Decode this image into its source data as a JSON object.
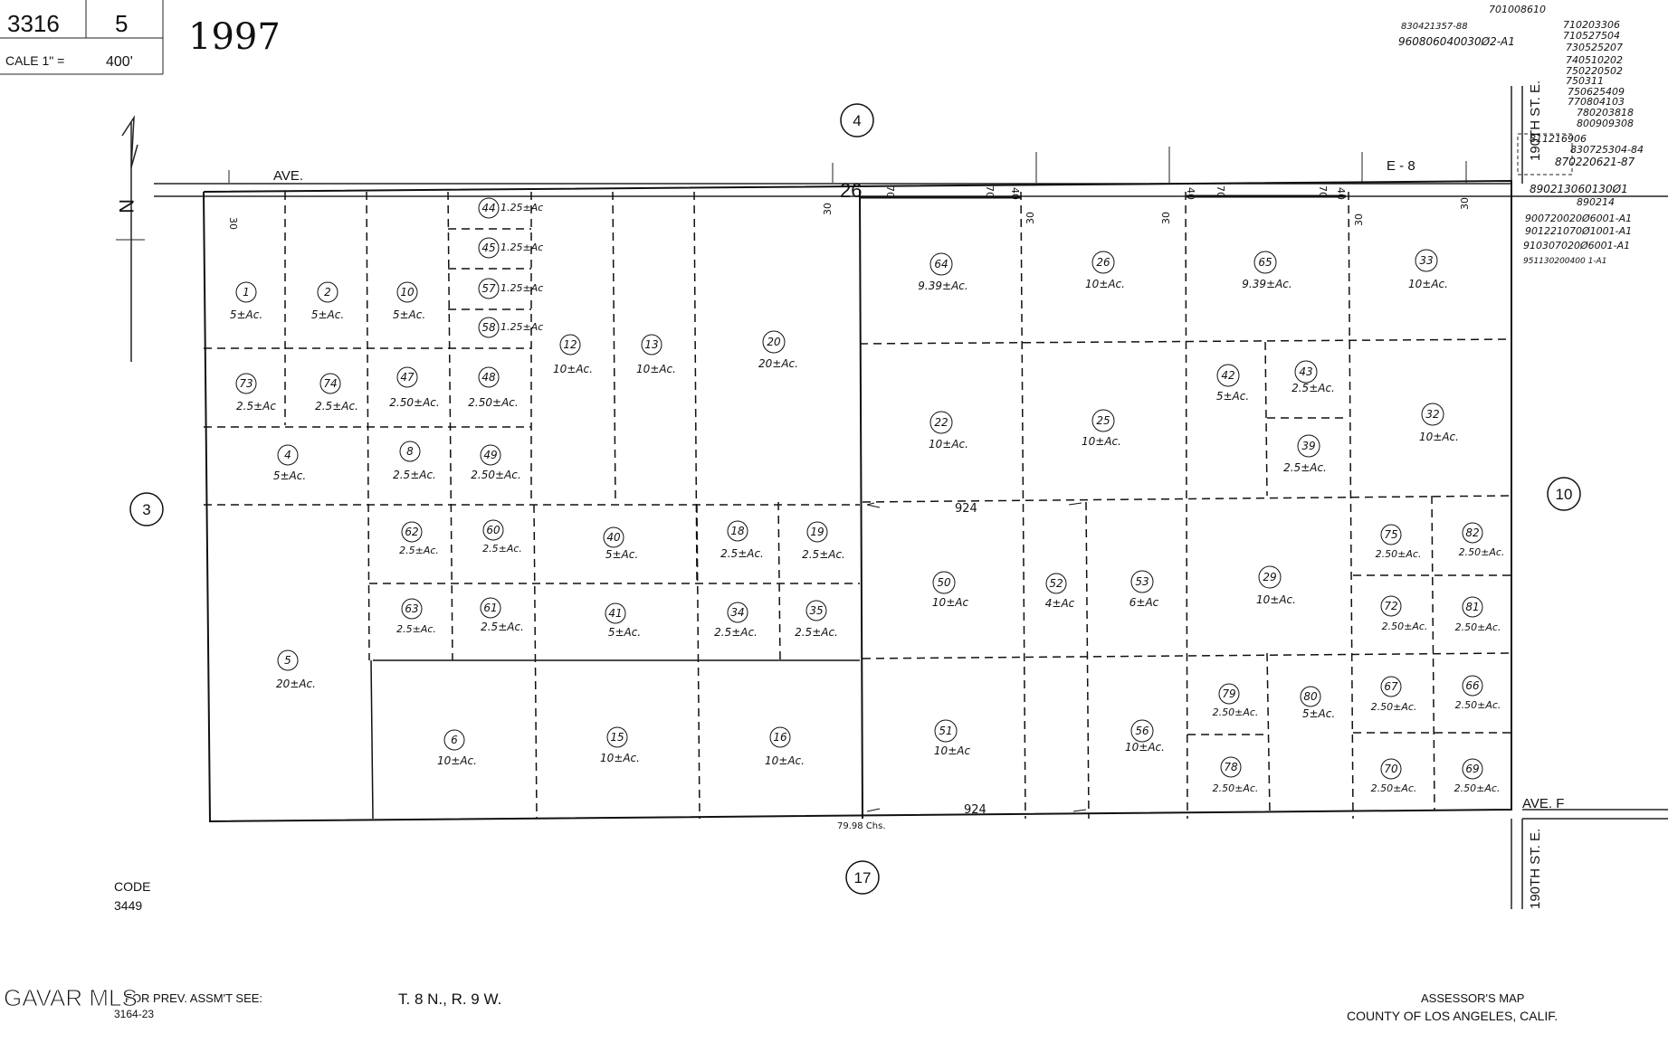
{
  "header": {
    "book": "3316",
    "page": "5",
    "scale_label": "CALE 1\" =",
    "scale_value": "400'",
    "year": "1997"
  },
  "streets": {
    "north_ave": "AVE.",
    "north_ave_code": "E - 8",
    "south_ave": "AVE. F",
    "east_st_top": "190TH ST. E.",
    "east_st_bottom": "190TH ST. E."
  },
  "map_numbers": {
    "top": "4",
    "left": "3",
    "right": "10",
    "bottom": "17"
  },
  "section_number": "26",
  "dimensions": {
    "d30": "30",
    "d70": "70",
    "d40": "40",
    "d924": "924",
    "chains": "79.98 Chs."
  },
  "north_arrow": "N",
  "doc_numbers": {
    "top": [
      "701008610",
      "830421357-88",
      "960806040030Ø2-A1"
    ],
    "right_col": [
      "710203306",
      "710527504",
      "730525207",
      "740510202",
      "750220502",
      "750311",
      "750625409",
      "770804103",
      "780203818",
      "800909308",
      "811216906",
      "830725304-84",
      "870220621-87"
    ],
    "below": [
      "890213060130Ø1",
      "890214",
      "900720020Ø6001-A1",
      "901221070Ø1001-A1",
      "910307020Ø6001-A1",
      "951130200400 1-A1"
    ]
  },
  "parcels": [
    {
      "n": "1",
      "a": "5±Ac."
    },
    {
      "n": "2",
      "a": "5±Ac."
    },
    {
      "n": "10",
      "a": "5±Ac."
    },
    {
      "n": "44",
      "a": "1.25±Ac"
    },
    {
      "n": "45",
      "a": "1.25±Ac"
    },
    {
      "n": "57",
      "a": "1.25±Ac"
    },
    {
      "n": "58",
      "a": "1.25±Ac"
    },
    {
      "n": "12",
      "a": "10±Ac."
    },
    {
      "n": "13",
      "a": "10±Ac."
    },
    {
      "n": "20",
      "a": "20±Ac."
    },
    {
      "n": "64",
      "a": "9.39±Ac."
    },
    {
      "n": "26",
      "a": "10±Ac."
    },
    {
      "n": "65",
      "a": "9.39±Ac."
    },
    {
      "n": "33",
      "a": "10±Ac."
    },
    {
      "n": "73",
      "a": "2.5±Ac"
    },
    {
      "n": "74",
      "a": "2.5±Ac."
    },
    {
      "n": "47",
      "a": "2.50±Ac."
    },
    {
      "n": "48",
      "a": "2.50±Ac."
    },
    {
      "n": "22",
      "a": "10±Ac."
    },
    {
      "n": "25",
      "a": "10±Ac."
    },
    {
      "n": "42",
      "a": "5±Ac."
    },
    {
      "n": "43",
      "a": "2.5±Ac."
    },
    {
      "n": "39",
      "a": "2.5±Ac."
    },
    {
      "n": "32",
      "a": "10±Ac."
    },
    {
      "n": "4",
      "a": "5±Ac."
    },
    {
      "n": "8",
      "a": "2.5±Ac."
    },
    {
      "n": "49",
      "a": "2.50±Ac."
    },
    {
      "n": "62",
      "a": "2.5±Ac."
    },
    {
      "n": "60",
      "a": "2.5±Ac."
    },
    {
      "n": "40",
      "a": "5±Ac."
    },
    {
      "n": "18",
      "a": "2.5±Ac."
    },
    {
      "n": "19",
      "a": "2.5±Ac."
    },
    {
      "n": "50",
      "a": "10±Ac"
    },
    {
      "n": "52",
      "a": "4±Ac"
    },
    {
      "n": "53",
      "a": "6±Ac"
    },
    {
      "n": "29",
      "a": "10±Ac."
    },
    {
      "n": "75",
      "a": "2.50±Ac."
    },
    {
      "n": "82",
      "a": "2.50±Ac."
    },
    {
      "n": "63",
      "a": "2.5±Ac."
    },
    {
      "n": "61",
      "a": "2.5±Ac."
    },
    {
      "n": "41",
      "a": "5±Ac."
    },
    {
      "n": "34",
      "a": "2.5±Ac."
    },
    {
      "n": "35",
      "a": "2.5±Ac."
    },
    {
      "n": "72",
      "a": "2.50±Ac."
    },
    {
      "n": "81",
      "a": "2.50±Ac."
    },
    {
      "n": "5",
      "a": "20±Ac."
    },
    {
      "n": "6",
      "a": "10±Ac."
    },
    {
      "n": "15",
      "a": "10±Ac."
    },
    {
      "n": "16",
      "a": "10±Ac."
    },
    {
      "n": "51",
      "a": "10±Ac"
    },
    {
      "n": "56",
      "a": "10±Ac."
    },
    {
      "n": "79",
      "a": "2.50±Ac."
    },
    {
      "n": "80",
      "a": "5±Ac."
    },
    {
      "n": "67",
      "a": "2.50±Ac."
    },
    {
      "n": "66",
      "a": "2.50±Ac."
    },
    {
      "n": "78",
      "a": "2.50±Ac."
    },
    {
      "n": "70",
      "a": "2.50±Ac."
    },
    {
      "n": "69",
      "a": "2.50±Ac."
    }
  ],
  "footer": {
    "code_label": "CODE",
    "code_value": "3449",
    "watermark": "GAVAR MLS",
    "prev_label": "FOR PREV. ASSM'T SEE:",
    "prev_value": "3164-23",
    "township": "T. 8 N., R. 9 W.",
    "assessor": "ASSESSOR'S MAP",
    "county": "COUNTY OF LOS ANGELES, CALIF."
  }
}
